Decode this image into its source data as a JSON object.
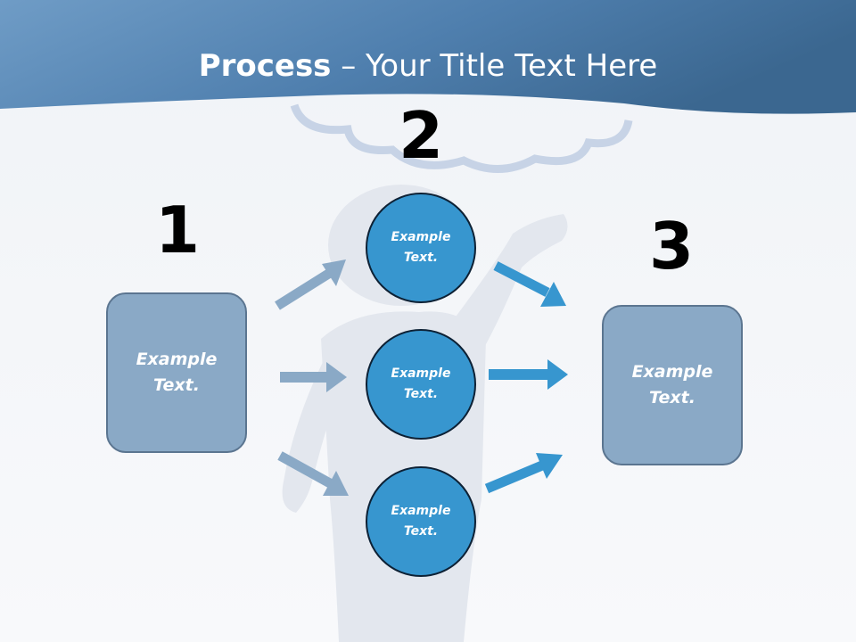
{
  "slide": {
    "title_bold": "Process",
    "title_rest": " – Your Title Text Here"
  },
  "steps": [
    {
      "number": "1"
    },
    {
      "number": "2"
    },
    {
      "number": "3"
    }
  ],
  "left_box": {
    "line1": "Example",
    "line2": "Text."
  },
  "right_box": {
    "line1": "Example",
    "line2": "Text."
  },
  "circles": [
    {
      "line1": "Example",
      "line2": "Text."
    },
    {
      "line1": "Example",
      "line2": "Text."
    },
    {
      "line1": "Example",
      "line2": "Text."
    }
  ],
  "colors": {
    "header": "#4f7fae",
    "box_fill": "#8aa9c6",
    "circle_fill": "#3796cf",
    "arrow_left": "#8aa9c6",
    "arrow_right": "#3796cf"
  }
}
